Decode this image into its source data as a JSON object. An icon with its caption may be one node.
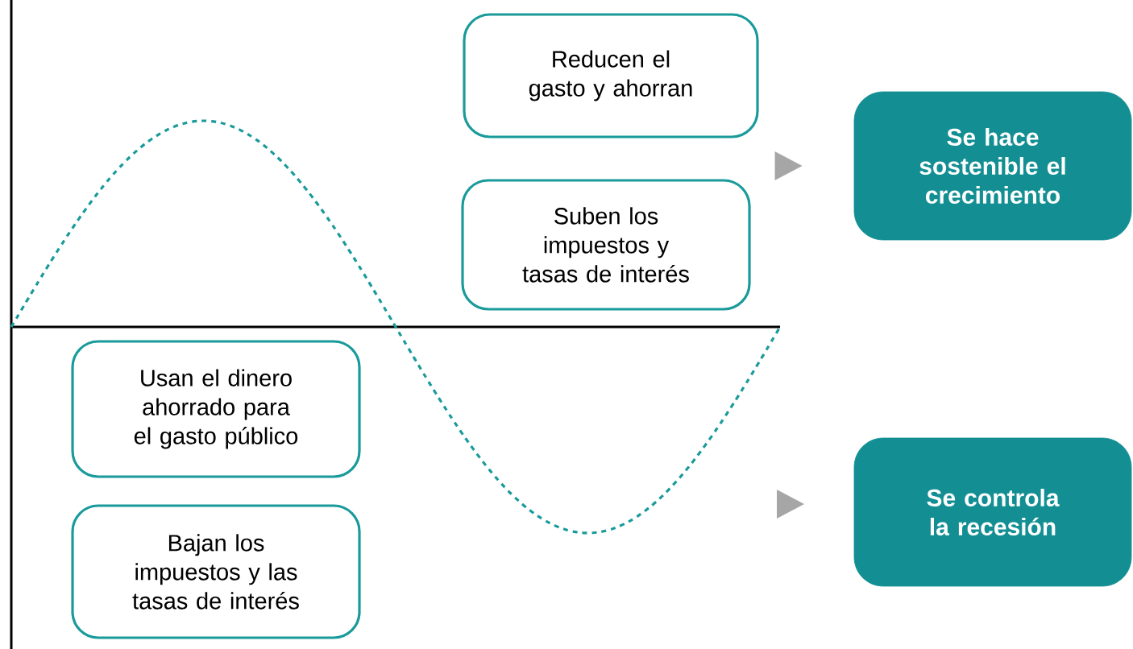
{
  "diagram": {
    "nodes": [
      {
        "text": [
          "Reducen el gasto y ahorran"
        ]
      },
      {
        "text": [
          "Suben los impuestos y tasas de interés"
        ]
      },
      {
        "text": [
          "Usan el dinero ahorrado para el gasto público"
        ]
      },
      {
        "text": [
          "Bajan los impuestos y las tasas de interés"
        ]
      },
      {
        "text": [
          "Se hace sostenible el crecimiento"
        ]
      },
      {
        "text": [
          "Se controla la recesión"
        ]
      }
    ],
    "edges": [
      {
        "from": 0,
        "to": 4,
        "arrow": "to"
      },
      {
        "from": 1,
        "to": 4,
        "arrow": "to"
      }
    ]
  }
}
